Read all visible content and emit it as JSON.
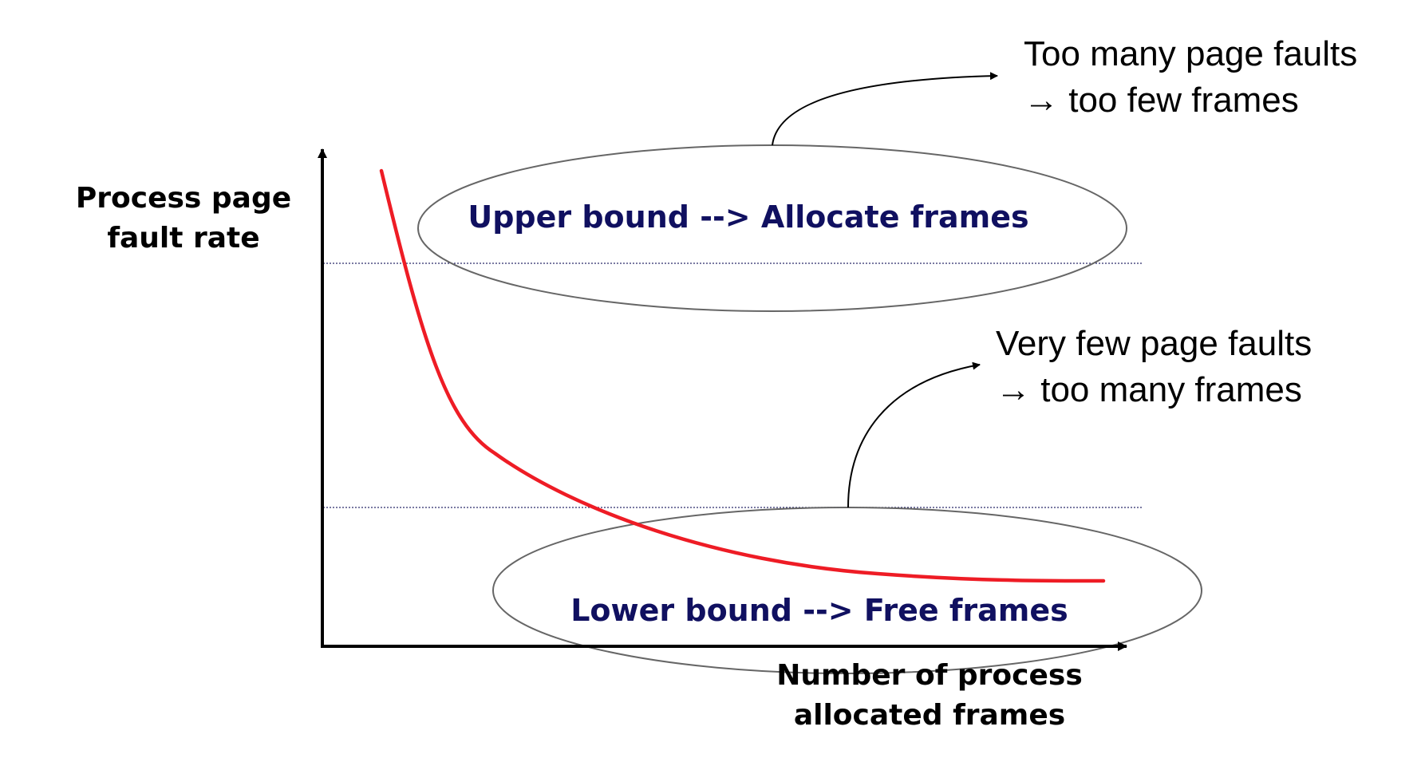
{
  "y_axis_label": {
    "line1": "Process page",
    "line2": "fault rate"
  },
  "x_axis_label": {
    "line1": "Number of process",
    "line2": "allocated frames"
  },
  "upper_region": {
    "label": "Upper bound --> Allocate frames",
    "note_line1": "Too many page faults",
    "note_line2": "→ too few frames"
  },
  "lower_region": {
    "label": "Lower bound --> Free frames",
    "note_line1": "Very few page faults",
    "note_line2": "→ too many frames"
  },
  "colors": {
    "curve": "#ee1c25",
    "region_label": "#101060",
    "threshold_line": "#2a2a6a",
    "ellipse": "#666666",
    "axis": "#000000",
    "text": "#000000"
  }
}
